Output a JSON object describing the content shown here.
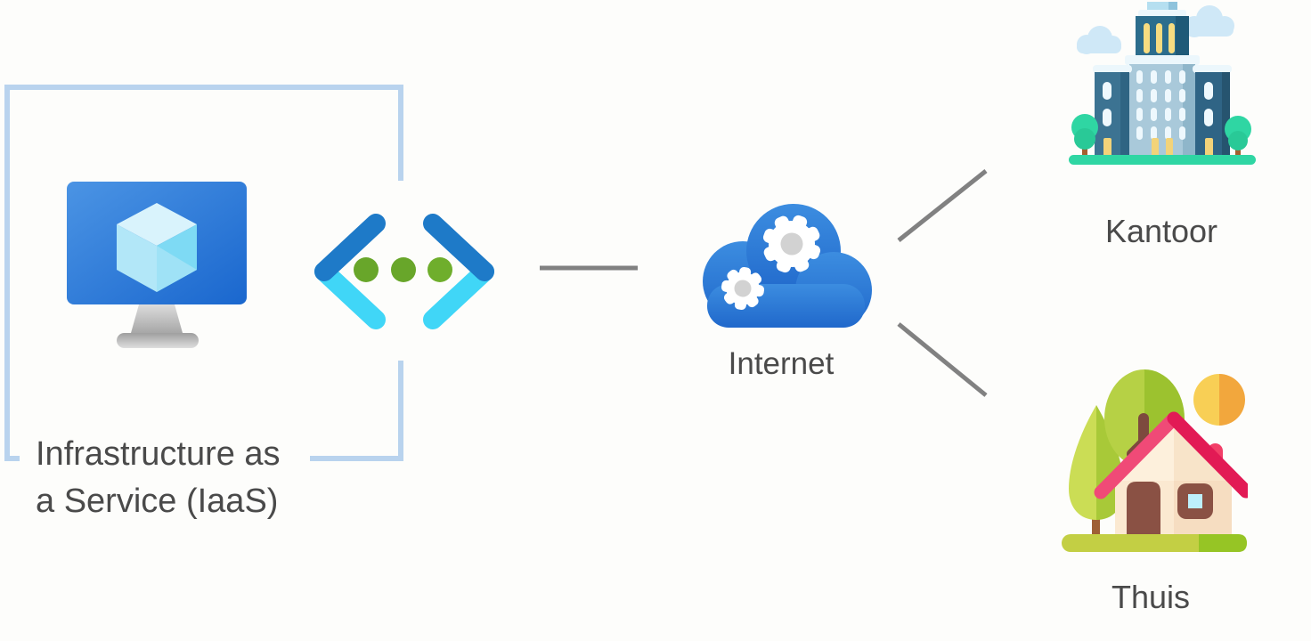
{
  "background_color": "#fdfdfb",
  "diagram": {
    "iaas_group": {
      "label_line1": "Infrastructure as",
      "label_line2": "a Service (IaaS)",
      "frame_color": "#b9d3ee",
      "icons": [
        "azure-vm-icon",
        "code-brackets-icon"
      ]
    },
    "internet": {
      "label": "Internet",
      "icon": "cloud-gears-icon"
    },
    "kantoor": {
      "label": "Kantoor",
      "icon": "office-building-icon"
    },
    "thuis": {
      "label": "Thuis",
      "icon": "house-icon"
    },
    "edges": [
      {
        "from": "code-brackets-icon",
        "to": "cloud-gears-icon",
        "style": "horizontal"
      },
      {
        "from": "cloud-gears-icon",
        "to": "office-building-icon",
        "style": "diagonal-up"
      },
      {
        "from": "cloud-gears-icon",
        "to": "house-icon",
        "style": "diagonal-down"
      }
    ],
    "colors": {
      "text": "#4a4a4a",
      "connector_gray": "#818181",
      "frame_light_blue": "#b9d3ee",
      "azure_blue": "#2a77d2",
      "bracket_dark_blue": "#1e7ac8",
      "bracket_cyan": "#40d6f7",
      "dot_green": "#68a62a",
      "building_teal": "#2c6d8d",
      "tree_emerald": "#2fd6a3",
      "roof_pink": "#e8215a",
      "house_cream": "#fbe9d1"
    }
  }
}
